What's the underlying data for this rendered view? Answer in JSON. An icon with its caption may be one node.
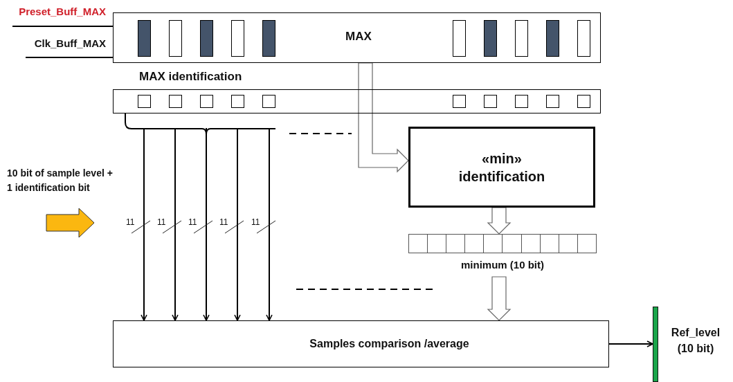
{
  "diagram": {
    "nodes": [
      {
        "text": [
          "MAX"
        ]
      },
      {
        "text": [
          "MAX identification"
        ]
      },
      {
        "text": [
          "«min» identification"
        ]
      },
      {
        "text": [
          "minimum (10 bit)"
        ]
      },
      {
        "text": [
          "Samples comparison /average"
        ]
      },
      {
        "text": [],
        "shape": "bar",
        "beside": [
          "Ref_level (10 bit)"
        ]
      }
    ],
    "edges": [
      {
        "from": null,
        "to": 0,
        "arrow": "none",
        "label": "Preset_Buff_MAX"
      },
      {
        "from": null,
        "to": 0,
        "arrow": "none",
        "label": "Clk_Buff_MAX"
      },
      {
        "from": 0,
        "to": 2,
        "arrow": "to",
        "style": "thick"
      },
      {
        "from": 1,
        "to": 4,
        "arrow": "to",
        "label": "11"
      },
      {
        "from": 1,
        "to": 4,
        "arrow": "to",
        "label": "11"
      },
      {
        "from": 1,
        "to": 4,
        "arrow": "to",
        "label": "11"
      },
      {
        "from": 1,
        "to": 4,
        "arrow": "to",
        "label": "11"
      },
      {
        "from": 1,
        "to": 4,
        "arrow": "to",
        "label": "11"
      },
      {
        "from": 2,
        "to": 3,
        "arrow": "to",
        "style": "thick"
      },
      {
        "from": 3,
        "to": 4,
        "arrow": "to",
        "style": "thick"
      },
      {
        "from": 4,
        "to": 5,
        "arrow": "to"
      }
    ],
    "labels": [
      "10 bit of sample level + 1 identification bit"
    ]
  }
}
